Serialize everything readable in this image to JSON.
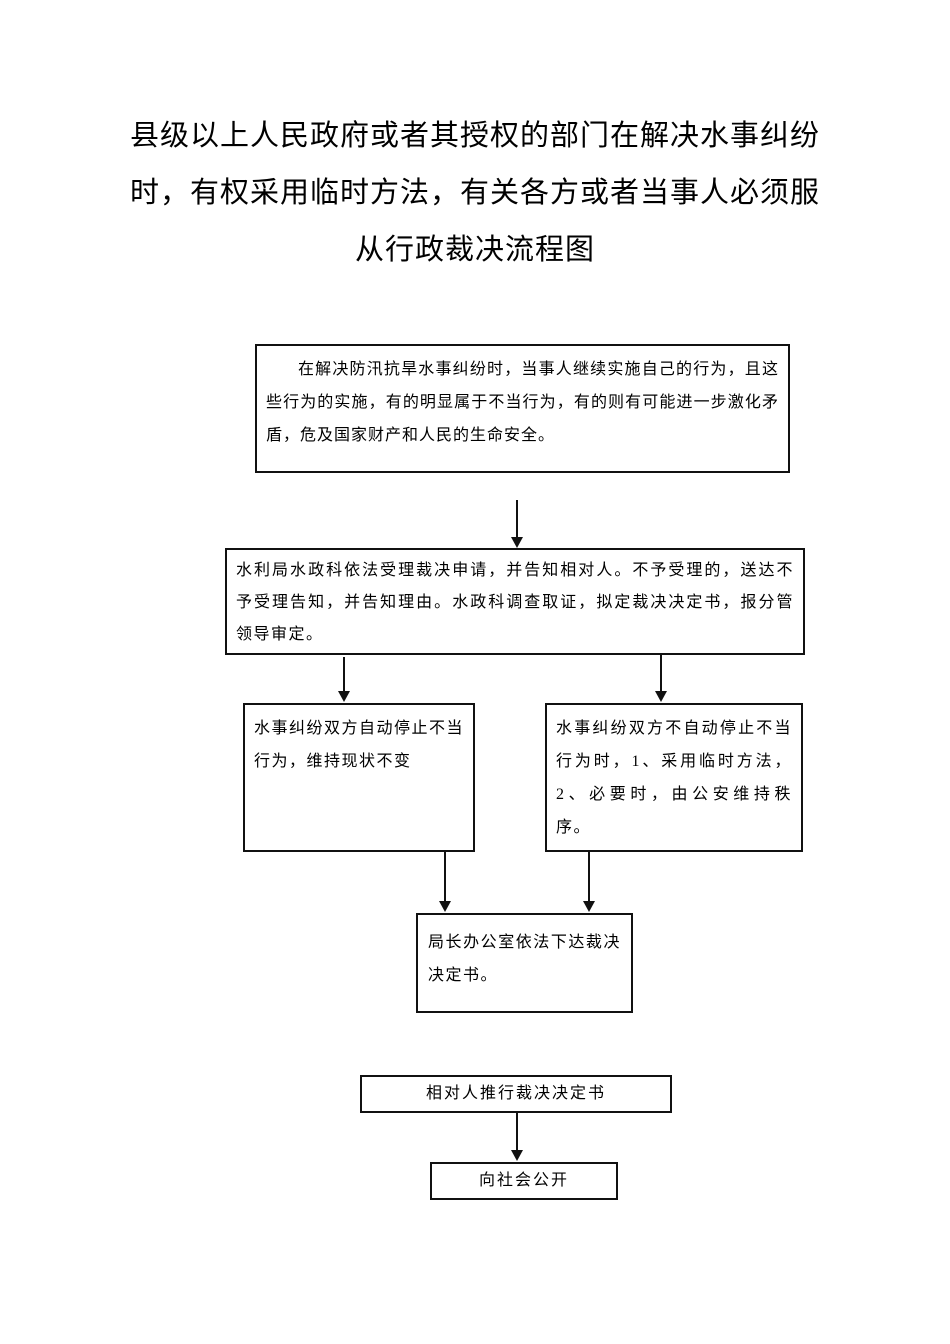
{
  "document": {
    "title_lines": [
      "县级以上人民政府或者其授权的部门在解决水事纠纷",
      "时，有权采用临时方法，有关各方或者当事人必须服",
      "从行政裁决流程图"
    ]
  },
  "flowchart": {
    "nodes": [
      {
        "id": "background",
        "text": "在解决防汛抗旱水事纠纷时，当事人继续实施自己的行为，且这些行为的实施，有的明显属于不当行为，有的则有可能进一步激化矛盾，危及国家财产和人民的生命安全。"
      },
      {
        "id": "acceptance",
        "text": "水利局水政科依法受理裁决申请，并告知相对人。不予受理的，送达不予受理告知，并告知理由。水政科调查取证，拟定裁决决定书，报分管领导审定。"
      },
      {
        "id": "auto-stop",
        "text": "水事纠纷双方自动停止不当行为，维持现状不变"
      },
      {
        "id": "not-auto-stop",
        "text": "水事纠纷双方不自动停止不当行为时，1、采用临时方法，2、必要时，由公安维持秩序。"
      },
      {
        "id": "issue-decision",
        "text": "局长办公室依法下达裁决决定书。"
      },
      {
        "id": "implement",
        "text": "相对人推行裁决决定书"
      },
      {
        "id": "publicize",
        "text": "向社会公开"
      }
    ]
  },
  "colors": {
    "ink": "#000000",
    "page_bg": "#ffffff"
  }
}
